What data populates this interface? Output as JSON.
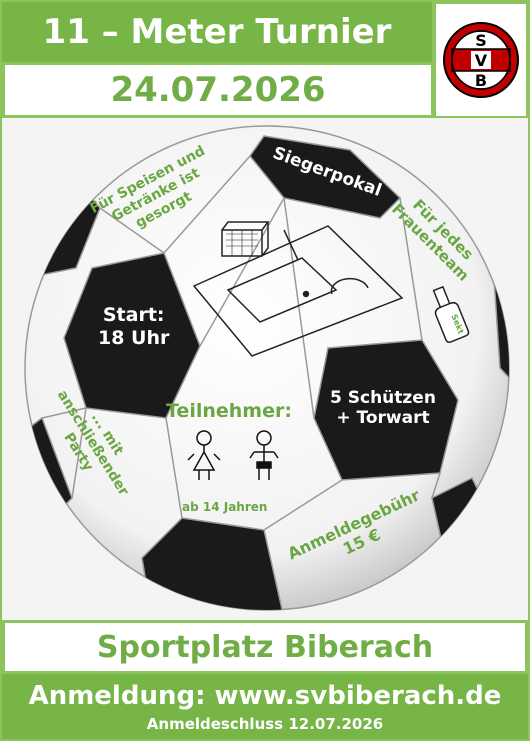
{
  "header": {
    "title": "11 – Meter Turnier",
    "date": "24.07.2026"
  },
  "logo": {
    "letters": [
      "S",
      "V",
      "B"
    ],
    "colors": {
      "ring": "#c00000",
      "band": "#ffffff"
    }
  },
  "ball": {
    "food_line1": "Für Speisen und",
    "food_line2": "Getränke ist",
    "food_line3": "gesorgt",
    "trophy": "Siegerpokal",
    "women_line1": "Für jedes",
    "women_line2": "Frauenteam",
    "bottle_label": "Sekt",
    "start_line1": "Start:",
    "start_line2": "18 Uhr",
    "participants": "Teilnehmer:",
    "age": "ab 14 Jahren",
    "shooters_line1": "5 Schützen",
    "shooters_line2": "+ Torwart",
    "party_line1": "... mit",
    "party_line2": "anschließender",
    "party_line3": "Party",
    "fee_line1": "Anmeldegebühr",
    "fee_line2": "15 €"
  },
  "footer": {
    "venue": "Sportplatz Biberach",
    "registration": "Anmeldung: www.svbiberach.de",
    "deadline": "Anmeldeschluss 12.07.2026"
  },
  "colors": {
    "accent_green": "#76b546",
    "text_green": "#6aa744",
    "patch_black": "#1a1a1a"
  }
}
